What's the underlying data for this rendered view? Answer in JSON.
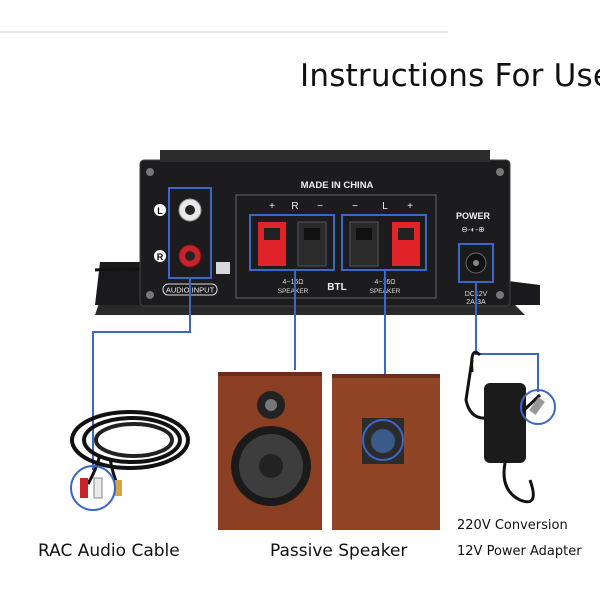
{
  "title": "Instructions For Use",
  "amplifier": {
    "made_in": "MADE IN CHINA",
    "channel_left": "L",
    "channel_right": "R",
    "audio_input_label": "AUDIO INPUT",
    "power_label": "POWER",
    "dc_rating_line1": "DC12V",
    "dc_rating_line2": "2A-3A",
    "speaker_r_markers": [
      "+",
      "R",
      "−"
    ],
    "speaker_l_markers": [
      "−",
      "L",
      "+"
    ],
    "speaker_impedance": "4~16Ω",
    "speaker_label": "SPEAKER",
    "btl_label": "BTL"
  },
  "captions": {
    "cable": "RAC Audio Cable",
    "speaker": "Passive Speaker",
    "adapter_line1": "220V Conversion",
    "adapter_line2": "12V Power Adapter"
  },
  "colors": {
    "accent_line": "#3b67c9",
    "amp_body": "#1c1c1e",
    "speaker_terminal_red": "#e0242a",
    "speaker_wood": "#8a3f22"
  }
}
